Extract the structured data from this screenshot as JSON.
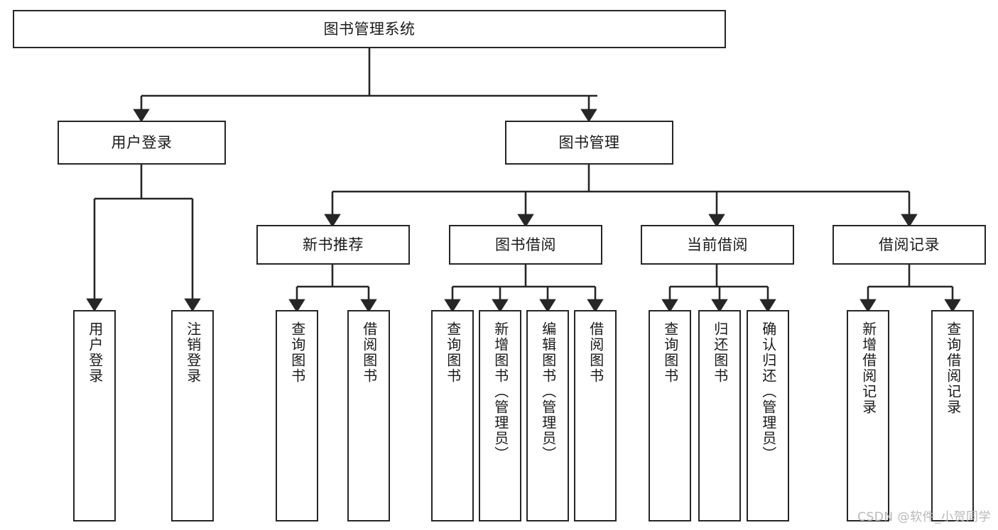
{
  "diagram": {
    "title": "图书管理系统",
    "type": "tree-hierarchy-chart",
    "colors": {
      "box_border": "#262626",
      "box_fill": "#ffffff",
      "edge": "#262626",
      "text": "#1a1a1a",
      "watermark": "#b8b8b8"
    },
    "root": {
      "label": "图书管理系统"
    },
    "level2": [
      {
        "label": "用户登录"
      },
      {
        "label": "图书管理"
      }
    ],
    "level3": [
      {
        "label": "新书推荐"
      },
      {
        "label": "图书借阅"
      },
      {
        "label": "当前借阅"
      },
      {
        "label": "借阅记录"
      }
    ],
    "leaves": {
      "user_login": [
        {
          "label": "用户登录"
        },
        {
          "label": "注销登录"
        }
      ],
      "new_book_recommend": [
        {
          "label": "查询图书"
        },
        {
          "label": "借阅图书"
        }
      ],
      "book_borrow": [
        {
          "label": "查询图书"
        },
        {
          "label": "新增图书（管理员）"
        },
        {
          "label": "编辑图书（管理员）"
        },
        {
          "label": "借阅图书"
        }
      ],
      "current_borrow": [
        {
          "label": "查询图书"
        },
        {
          "label": "归还图书"
        },
        {
          "label": "确认归还（管理员）"
        }
      ],
      "borrow_record": [
        {
          "label": "新增借阅记录"
        },
        {
          "label": "查询借阅记录"
        }
      ]
    },
    "watermark": "CSDN @软件_小贺同学"
  }
}
